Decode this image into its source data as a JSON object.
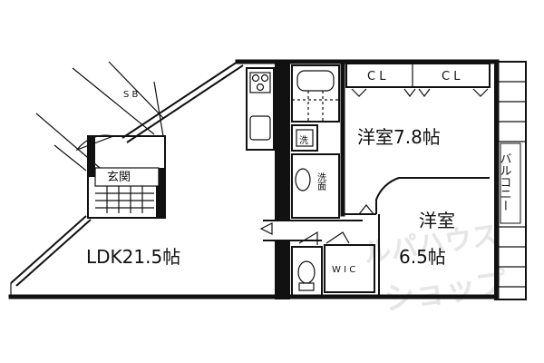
{
  "rooms": {
    "ldk": "LDK21.5帖",
    "western1": "洋室7.8帖",
    "western2_name": "洋室",
    "western2_size": "6.5帖",
    "entrance": "玄関",
    "balcony": "バルコニー",
    "wic": "W I C",
    "sb": "S B",
    "closet1": "C L",
    "closet2": "C L",
    "wash": "洗",
    "washroom": "洗面"
  },
  "watermark": {
    "line1": "ルパハウス",
    "line2": "ショップ"
  },
  "icons": [
    "stove-icon",
    "sink-icon",
    "bathtub-icon",
    "toilet-icon",
    "washer-icon",
    "door-swing-icon"
  ]
}
